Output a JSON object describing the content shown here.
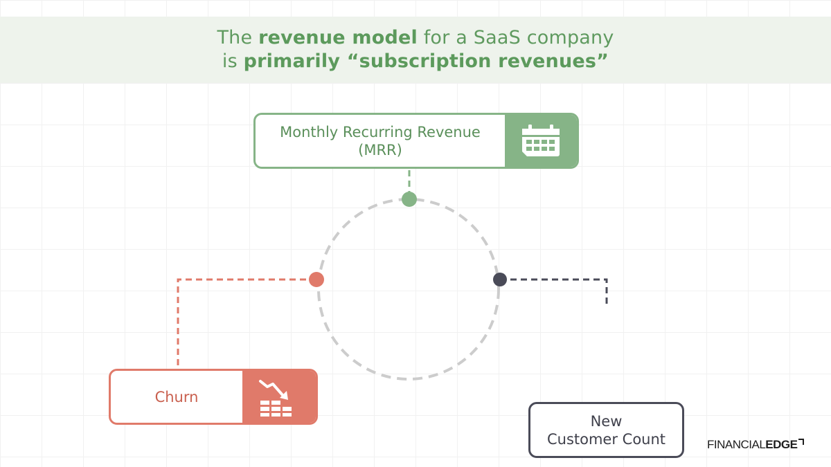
{
  "header": {
    "line1_pre": "The ",
    "line1_bold": "revenue model",
    "line1_post": " for a SaaS company",
    "line2_pre": "is ",
    "line2_bold": "primarily “subscription revenues”"
  },
  "nodes": {
    "mrr": {
      "line1": "Monthly Recurring Revenue",
      "line2": "(MRR)",
      "icon": "calendar-icon"
    },
    "churn": {
      "label": "Churn",
      "icon": "declining-chart-icon"
    },
    "new_customers": {
      "line1": "New",
      "line2": "Customer Count"
    }
  },
  "logo": {
    "part1": "FINANCIAL",
    "part2": "EDGE"
  },
  "colors": {
    "green": "#86b487",
    "red": "#e07a6a",
    "dark": "#4a4b58",
    "ring": "#cccccc",
    "banner_bg": "#eef3ec"
  }
}
